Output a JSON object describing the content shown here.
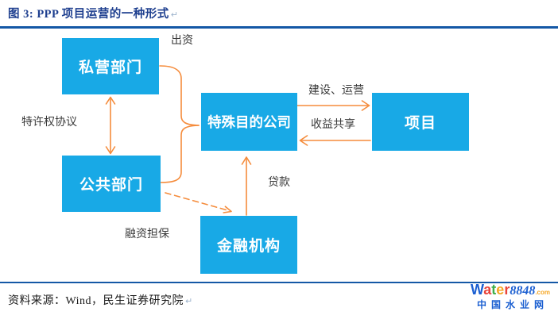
{
  "title": {
    "label": "图 3: PPP 项目运营的一种形式",
    "paragraph_mark": "↵"
  },
  "diagram": {
    "boxes": {
      "private": "私营部门",
      "public": "公共部门",
      "spv": "特殊目的公司",
      "project": "项目",
      "finance": "金融机构"
    },
    "labels": {
      "invest": "出资",
      "concession": "特许权协议",
      "build_operate": "建设、运营",
      "revenue_share": "收益共享",
      "loan": "贷款",
      "guarantee": "融资担保"
    }
  },
  "footer": {
    "source": "资料来源：Wind，民生证券研究院",
    "paragraph_mark": "↵"
  },
  "watermark": {
    "brand_letters": [
      "W",
      "a",
      "t",
      "e",
      "r"
    ],
    "brand_number": "8848",
    "brand_suffix": ".com",
    "subtitle": "中国水业网"
  },
  "colors": {
    "box_fill": "#18a9e6",
    "box_text": "#ffffff",
    "arrow_orange": "#f58c3c",
    "title_navy": "#1e3f8f",
    "divider_blue": "#1458a6",
    "label_gray": "#3a3a3a",
    "logo_blue": "#1b5fd1",
    "logo_red": "#e8443a",
    "logo_green": "#3fae49",
    "logo_orange": "#f5a623"
  }
}
